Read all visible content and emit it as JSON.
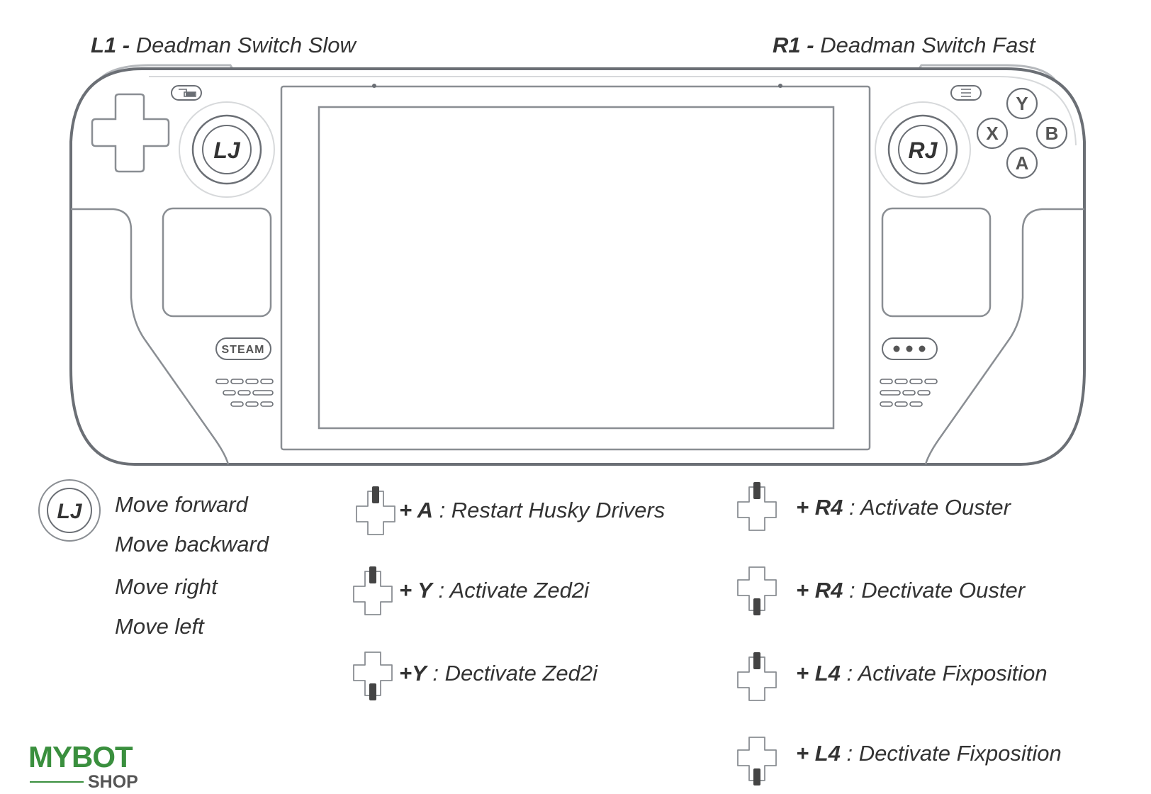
{
  "top_labels": {
    "left_key": "L1 -",
    "left_action": "Deadman Switch Slow",
    "right_key": "R1 -",
    "right_action": "Deadman Switch Fast"
  },
  "device": {
    "left_stick": "LJ",
    "right_stick": "RJ",
    "steam_button": "STEAM",
    "face_buttons": {
      "y": "Y",
      "x": "X",
      "b": "B",
      "a": "A"
    }
  },
  "joystick_legend": {
    "stick": "LJ",
    "actions": [
      "Move forward",
      "Move backward",
      "Move right",
      "Move left"
    ]
  },
  "combos": [
    {
      "dpad": "up",
      "key": "+ A",
      "action": " : Restart Husky Drivers"
    },
    {
      "dpad": "up",
      "key": "+ Y",
      "action": " : Activate Zed2i"
    },
    {
      "dpad": "down",
      "key": "+Y",
      "action": " : Dectivate Zed2i"
    },
    {
      "dpad": "up",
      "key": "+ R4",
      "action": " : Activate Ouster"
    },
    {
      "dpad": "down",
      "key": "+ R4",
      "action": " : Dectivate Ouster"
    },
    {
      "dpad": "up",
      "key": "+ L4",
      "action": " : Activate Fixposition"
    },
    {
      "dpad": "down",
      "key": "+ L4",
      "action": " : Dectivate Fixposition"
    }
  ],
  "logo": {
    "brand": "MYBOT",
    "sub": "SHOP",
    "color": "#3a8f3e"
  },
  "colors": {
    "outline": "#6b6f75",
    "text": "#333333",
    "light": "#d7d9db"
  }
}
